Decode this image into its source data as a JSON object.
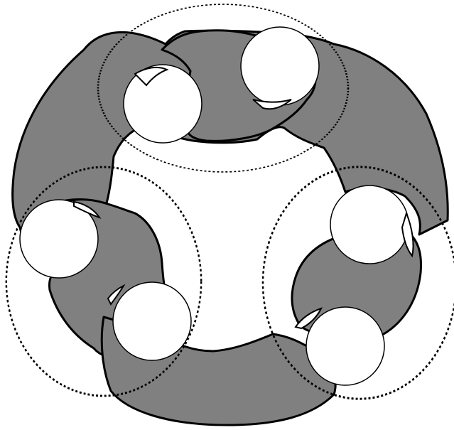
{
  "diagram": {
    "colors": {
      "background": "#ffffff",
      "band_fill": "#808080",
      "stroke": "#000000",
      "node_fill": "#ffffff"
    },
    "dotted_circle_count": 3,
    "band_count": 3,
    "node_count": 6
  }
}
